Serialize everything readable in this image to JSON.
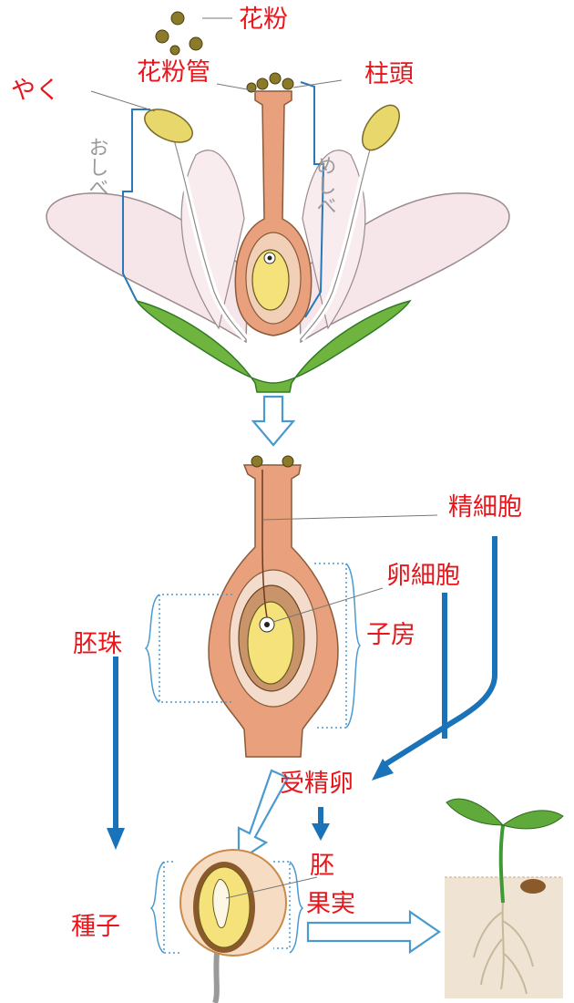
{
  "labels": {
    "pollen": "花粉",
    "pollen_tube": "花粉管",
    "anther": "やく",
    "stigma": "柱頭",
    "stamen": "おしべ",
    "pistil": "めしべ",
    "sperm_cell": "精細胞",
    "egg_cell": "卵細胞",
    "ovule": "胚珠",
    "ovary": "子房",
    "fertilized_egg": "受精卵",
    "embryo": "胚",
    "seed": "種子",
    "fruit": "果実"
  },
  "colors": {
    "label_red": "#e8151b",
    "process_blue": "#1a73b8",
    "petal": "#f6e6ea",
    "pistil": "#e9a07c",
    "ovule_yellow": "#f5e27a",
    "stem_green": "#3f9a36",
    "soil": "#efe3d4"
  }
}
